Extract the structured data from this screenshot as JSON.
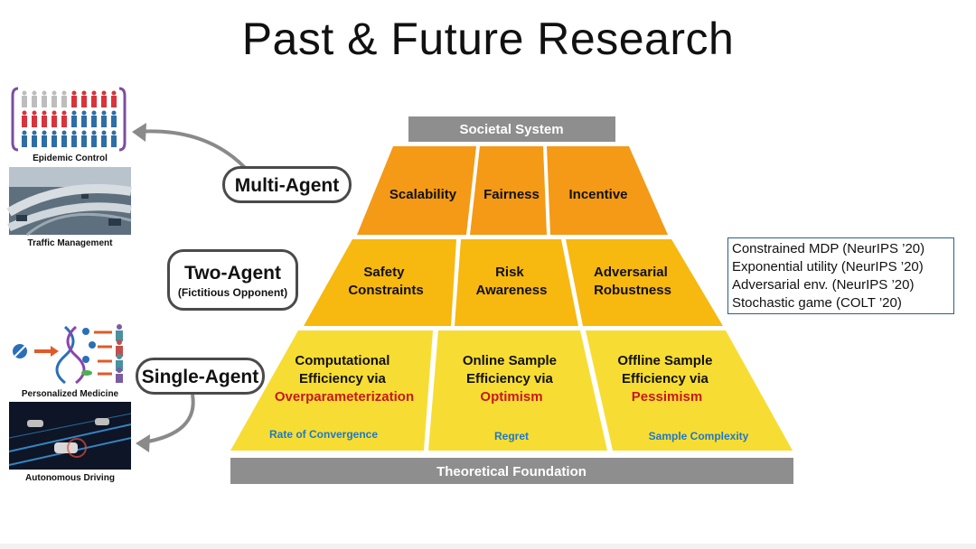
{
  "title": "Past & Future Research",
  "layers": {
    "top_bar": "Societal System",
    "bottom_bar": "Theoretical Foundation",
    "multi_agent": [
      "Scalability",
      "Fairness",
      "Incentive"
    ],
    "two_agent": [
      {
        "line1": "Safety",
        "line2": "Constraints"
      },
      {
        "line1": "Risk",
        "line2": "Awareness"
      },
      {
        "line1": "Adversarial",
        "line2": "Robustness"
      }
    ],
    "single_agent": [
      {
        "line1": "Computational",
        "line2": "Efficiency via",
        "highlight": "Overparameterization",
        "metric": "Rate of Convergence"
      },
      {
        "line1": "Online Sample",
        "line2": "Efficiency via",
        "highlight": "Optimism",
        "metric": "Regret"
      },
      {
        "line1": "Offline Sample",
        "line2": "Efficiency via",
        "highlight": "Pessimism",
        "metric": "Sample Complexity"
      }
    ]
  },
  "agent_labels": {
    "multi": "Multi-Agent",
    "two": "Two-Agent",
    "two_sub": "(Fictitious Opponent)",
    "single": "Single-Agent"
  },
  "applications": {
    "epidemic": "Epidemic Control",
    "traffic": "Traffic Management",
    "medicine": "Personalized Medicine",
    "driving": "Autonomous Driving"
  },
  "references": [
    "Constrained MDP (NeurIPS ’20)",
    "Exponential utility (NeurIPS ’20)",
    "Adversarial env. (NeurIPS ’20)",
    "Stochastic game (COLT ’20)"
  ],
  "colors": {
    "top_layer": "#f49a16",
    "mid_layer": "#f7b80f",
    "base_layer": "#f7dd33",
    "bar": "#8e8e8e",
    "highlight_red": "#c8171e",
    "metric_blue": "#1f78c8"
  }
}
